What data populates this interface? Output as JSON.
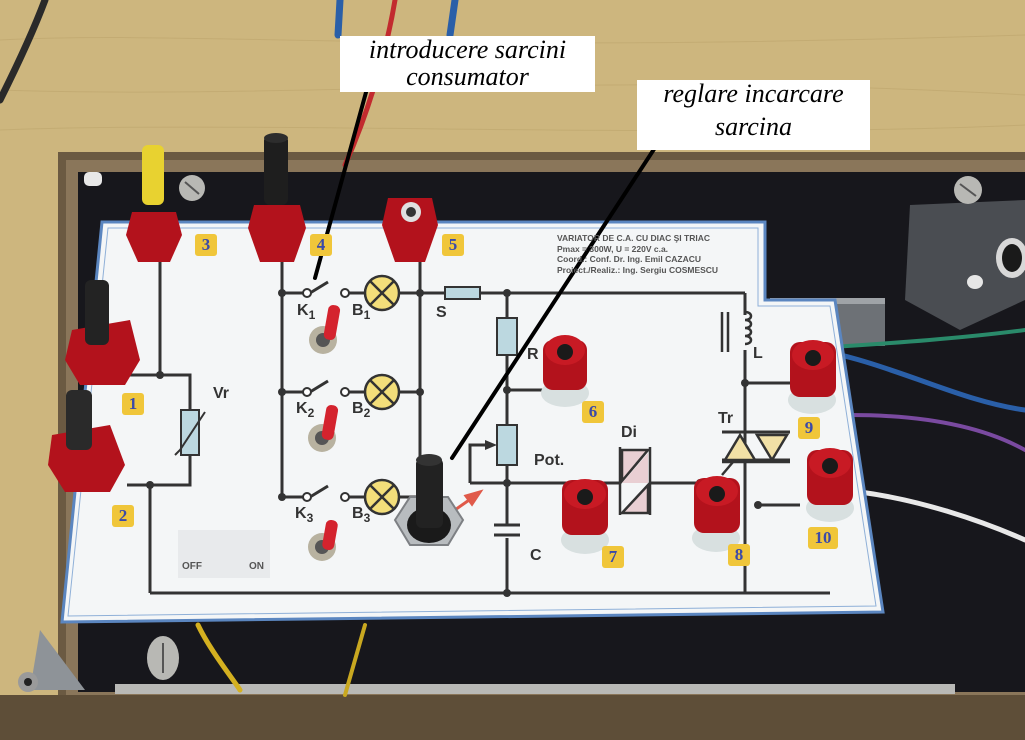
{
  "annotations": [
    {
      "id": "introducere-sarcini",
      "lines": [
        "introducere sarcini",
        "consumator"
      ]
    },
    {
      "id": "reglare-incarcare",
      "lines": [
        "reglare incarcare",
        "sarcina"
      ]
    }
  ],
  "board_info": {
    "title": "VARIATOR DE C.A. CU DIAC ŞI TRIAC",
    "rating": "Pmax = 300W, U = 220V c.a.",
    "coordinator": "Coord.: Conf. Dr. Ing. Emil CAZACU",
    "author": "Proiect./Realiz.: Ing. Sergiu COSMESCU"
  },
  "terminals": [
    "1",
    "2",
    "3",
    "4",
    "5",
    "6",
    "7",
    "8",
    "9",
    "10"
  ],
  "components": {
    "varistor": "Vr",
    "switches": [
      {
        "label": "K",
        "index": "1"
      },
      {
        "label": "K",
        "index": "2"
      },
      {
        "label": "K",
        "index": "3"
      }
    ],
    "bulbs": [
      {
        "label": "B",
        "index": "1"
      },
      {
        "label": "B",
        "index": "2"
      },
      {
        "label": "B",
        "index": "3"
      }
    ],
    "fuse": "S",
    "resistor": "R",
    "potentiometer": "Pot.",
    "capacitor": "C",
    "diac": "Di",
    "triac": "Tr",
    "inductor": "L"
  },
  "switch_legend": {
    "off": "OFF",
    "on": "ON"
  },
  "colors": {
    "desk": "#c9b27a",
    "panel_black": "#15151a",
    "frame_wood": "#6b5a42",
    "board_white": "#f4f6f7",
    "board_border": "#5b86c0",
    "terminal_red": "#b3121c",
    "label_yellow": "#f0c63a",
    "label_text": "#3b4aa8",
    "bulb_yellow": "#f3de7a",
    "component_fill": "#bcd8e0",
    "diac_fill": "#e9cfd3",
    "triac_fill": "#f1e0a6",
    "wire_blue": "#2a5fa8",
    "wire_red": "#c22a2e",
    "wire_black": "#2a2a2a",
    "wire_green": "#2a8a6a",
    "wire_purple": "#7a4aa0",
    "wire_yellow": "#d4b020"
  }
}
